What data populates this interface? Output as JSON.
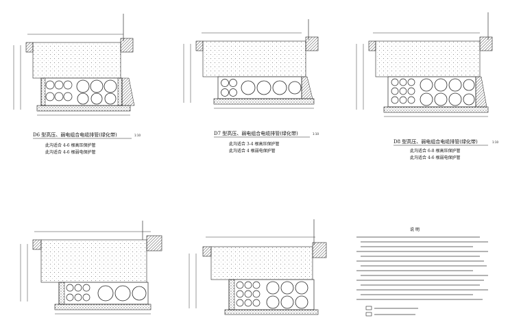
{
  "sections": [
    {
      "id": "d6",
      "title": "D6 型高压、弱电组合电缆排管(绿化带)",
      "scale": "1:10",
      "lines": [
        "此沟适合   4-6  根高压保护管",
        "此沟适合   4-6  根弱电保护管"
      ]
    },
    {
      "id": "d7",
      "title": "D7 型高压、弱电组合电缆排管(绿化带)",
      "scale": "1:10",
      "lines": [
        "此沟适合   3-4 根高压保护管",
        "此沟适合   4  根弱电保护管"
      ]
    },
    {
      "id": "d8",
      "title": "D8 型高压、弱电组合电缆排管(绿化带)",
      "scale": "1:10",
      "lines": [
        "此沟适合   6-8  根高压保护管",
        "此沟适合   4-6  根弱电保护管"
      ]
    }
  ],
  "notes": {
    "title": "说        明"
  }
}
